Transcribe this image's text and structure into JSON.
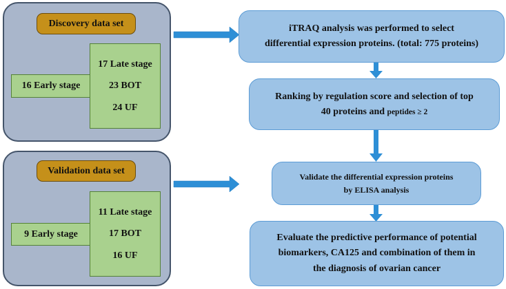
{
  "discovery": {
    "title": "Discovery data set",
    "early": "16 Early stage",
    "late": "17 Late stage",
    "bot": "23 BOT",
    "uf": "24 UF"
  },
  "validation": {
    "title": "Validation data set",
    "early": "9 Early stage",
    "late": "11 Late stage",
    "bot": "17 BOT",
    "uf": "16 UF"
  },
  "steps": {
    "itraq": {
      "line1": "iTRAQ analysis was performed to select",
      "line2": "differential expression proteins. (total: 775 proteins)"
    },
    "ranking": {
      "line1": "Ranking by regulation score and selection of top",
      "line2a": "40 proteins and ",
      "line2b": "peptides ≥ 2"
    },
    "validate": {
      "line1": "Validate the differential expression proteins",
      "line2": "by ELISA analysis"
    },
    "evaluate": {
      "line1": "Evaluate the predictive performance of potential",
      "line2": "biomarkers, CA125 and combination of them in",
      "line3": "the diagnosis of ovarian cancer"
    }
  },
  "colors": {
    "panel": "#a9b6cb",
    "tag": "#c5901a",
    "green": "#a9d18e",
    "blue": "#9dc3e6",
    "arrow": "#2e8fd6"
  }
}
